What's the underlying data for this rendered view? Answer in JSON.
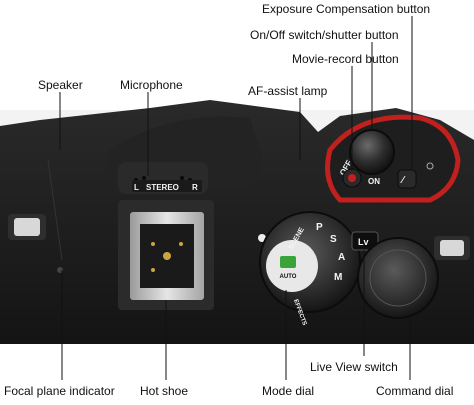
{
  "labels": {
    "exposure_compensation_button": "Exposure Compensation button",
    "onoff_shutter": "On/Off switch/shutter button",
    "movie_record_button": "Movie-record button",
    "af_assist_lamp": "AF-assist lamp",
    "speaker": "Speaker",
    "microphone": "Microphone",
    "focal_plane_indicator": "Focal plane indicator",
    "hot_shoe": "Hot shoe",
    "mode_dial": "Mode dial",
    "live_view_switch": "Live View switch",
    "command_dial": "Command dial"
  },
  "camera_markings": {
    "stereo": "STEREO",
    "mic_left": "L",
    "mic_right": "R",
    "off": "OFF",
    "on": "ON",
    "mode_scene": "SCENE",
    "mode_auto": "AUTO",
    "mode_effects": "EFFECTS",
    "mode_p": "P",
    "mode_s": "S",
    "mode_a": "A",
    "mode_m": "M",
    "lv": "Lv"
  },
  "colors": {
    "background": "#ffffff",
    "body": "#1c1c1c",
    "accent_red": "#c0201e",
    "mode_auto_green": "#3aa43a"
  }
}
